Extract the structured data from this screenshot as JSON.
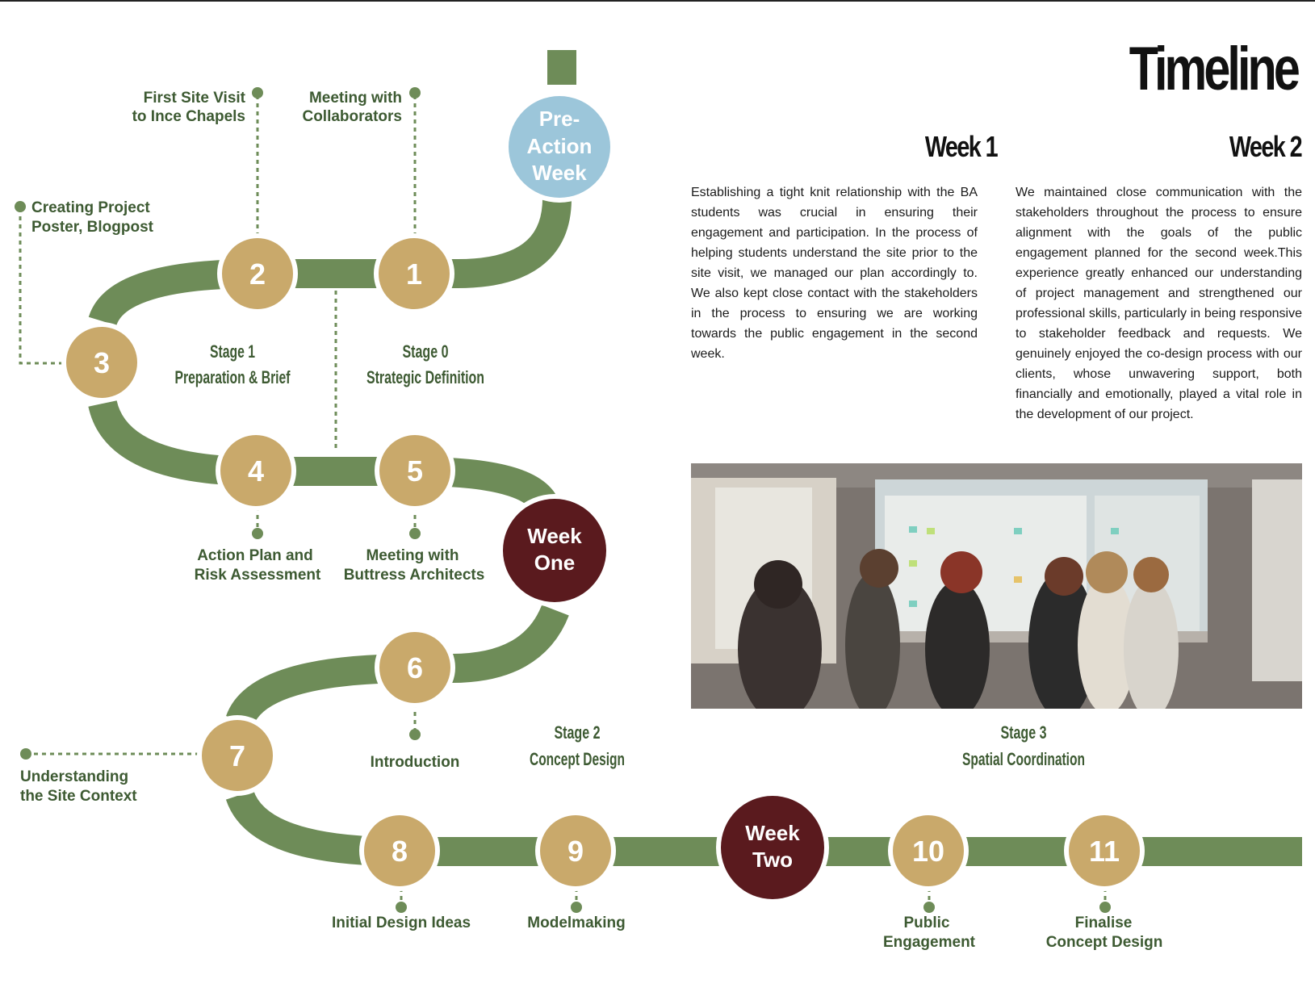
{
  "title": "Timeline",
  "weeks": [
    {
      "heading": "Week 1",
      "text": "Establishing a tight knit relationship with the BA students was crucial in ensuring their engagement and participation. In the process of helping students understand the site prior to the site visit, we managed our plan accordingly to. We also kept close contact with the stakeholders in the process to ensuring we are working towards the public engagement in the second week."
    },
    {
      "heading": "Week 2",
      "text": "We maintained close communication with the stakeholders throughout the process to ensure alignment with the goals of the public engagement planned for the second week.This experience greatly enhanced our understanding of project management and strengthened our professional skills, particularly in being responsive to stakeholder feedback and requests. We genuinely enjoyed the co-design process with our clients, whose unwavering support, both financially and emotionally, played a vital role in the development of our project."
    }
  ],
  "week_circles": {
    "pre_action": [
      "Pre-",
      "Action",
      "Week"
    ],
    "week_one": [
      "Week",
      "One"
    ],
    "week_two": [
      "Week",
      "Two"
    ]
  },
  "steps": [
    "1",
    "2",
    "3",
    "4",
    "5",
    "6",
    "7",
    "8",
    "9",
    "10",
    "11"
  ],
  "step_labels": {
    "first_site_visit": [
      "First Site Visit",
      "to Ince Chapels"
    ],
    "meeting_collaborators": [
      "Meeting with",
      "Collaborators"
    ],
    "creating_poster": [
      "Creating Project",
      "Poster, Blogpost"
    ],
    "action_plan": [
      "Action Plan and",
      "Risk Assessment"
    ],
    "meeting_buttress": [
      "Meeting with",
      "Buttress Architects"
    ],
    "introduction": [
      "Introduction"
    ],
    "understanding_site": [
      "Understanding",
      "the Site Context"
    ],
    "initial_design": [
      "Initial Design Ideas"
    ],
    "modelmaking": [
      "Modelmaking"
    ],
    "public_engagement": [
      "Public",
      "Engagement"
    ],
    "finalise_concept": [
      "Finalise",
      "Concept Design"
    ]
  },
  "stages": {
    "stage1": [
      "Stage 1",
      "Preparation & Brief"
    ],
    "stage0": [
      "Stage 0",
      "Strategic Definition"
    ],
    "stage2": [
      "Stage 2",
      "Concept Design"
    ],
    "stage3": [
      "Stage 3",
      "Spatial Coordination"
    ]
  },
  "colors": {
    "path_green": "#6e8c58",
    "step_gold": "#c9a96b",
    "week_maroon": "#5a1a1e",
    "pre_action_blue": "#9cc6da",
    "label_green": "#3d5a32",
    "dot_green": "#6e8c58"
  }
}
